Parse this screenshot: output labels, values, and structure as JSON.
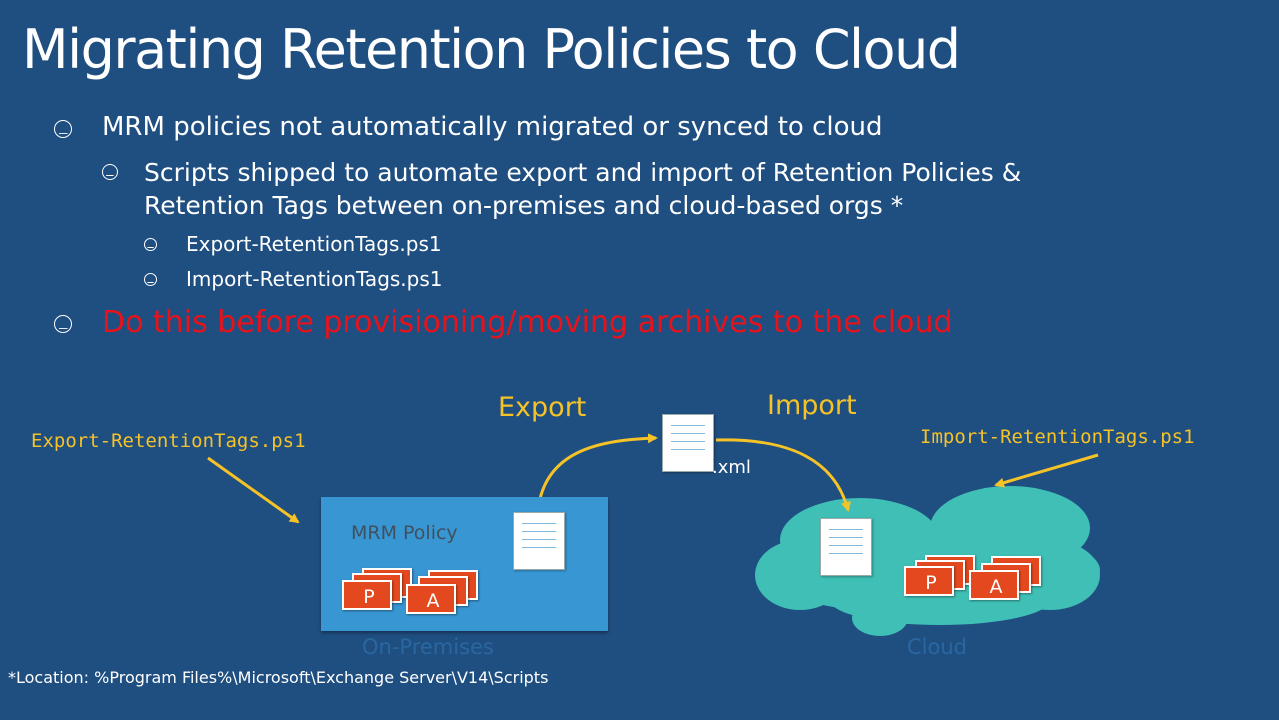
{
  "title": "Migrating Retention Policies to Cloud",
  "bullets": {
    "b1": "MRM policies not automatically migrated or synced to cloud",
    "b2_line1": "Scripts shipped to automate export and import of Retention Policies &",
    "b2_line2": "Retention Tags between on-premises and cloud-based orgs *",
    "b3": "Export-RetentionTags.ps1",
    "b4": "Import-RetentionTags.ps1",
    "b5": "Do this before provisioning/moving archives to the cloud"
  },
  "diagram": {
    "export_script": "Export-RetentionTags.ps1",
    "import_script": "Import-RetentionTags.ps1",
    "export_label": "Export",
    "import_label": "Import",
    "xml_label": ".xml",
    "policy_label": "MRM Policy",
    "onprem_label": "On-Premises",
    "cloud_label": "Cloud",
    "env_p": "P",
    "env_a": "A"
  },
  "footnote": "*Location: %Program Files%\\Microsoft\\Exchange Server\\V14\\Scripts",
  "colors": {
    "background": "#1f4e80",
    "accent_yellow": "#f5c227",
    "warning_red": "#e8121a",
    "onprem_box": "#3896d3",
    "cloud": "#3fbfb5",
    "envelope": "#e4481e"
  }
}
